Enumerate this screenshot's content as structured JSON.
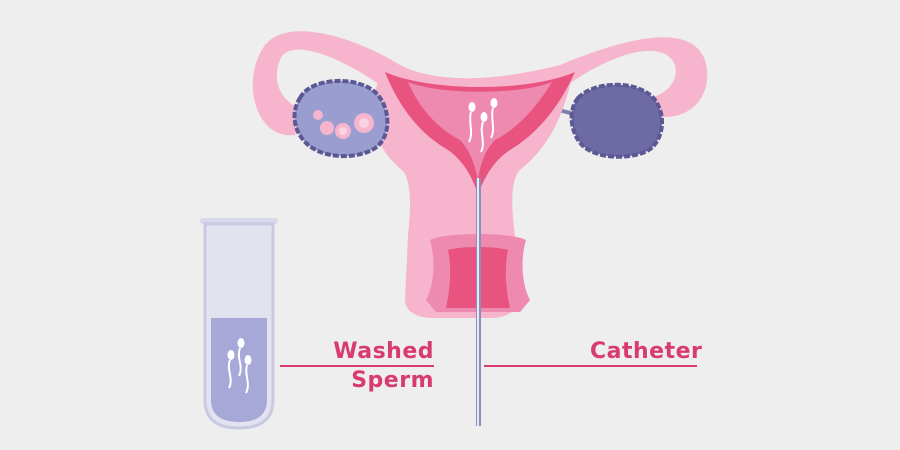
{
  "labels": {
    "washed": "Washed",
    "sperm": "Sperm",
    "catheter": "Catheter"
  },
  "colors": {
    "background": "#eeeeee",
    "label": "#d93b6e",
    "uterus_light": "#f6b5cd",
    "uterus_mid": "#ee8ab0",
    "uterus_dark": "#e8547f",
    "ovary_left": "#9a9dd0",
    "ovary_right": "#6e6aa6",
    "ovary_outline": "#5b5893",
    "tube_fill": "#a7a8d8",
    "tube_glass": "#e3e3f0",
    "catheter": "#8a8fb8"
  },
  "icons": [
    "test-tube-icon",
    "sperm-icon",
    "uterus-icon",
    "ovary-icon",
    "catheter-icon"
  ]
}
